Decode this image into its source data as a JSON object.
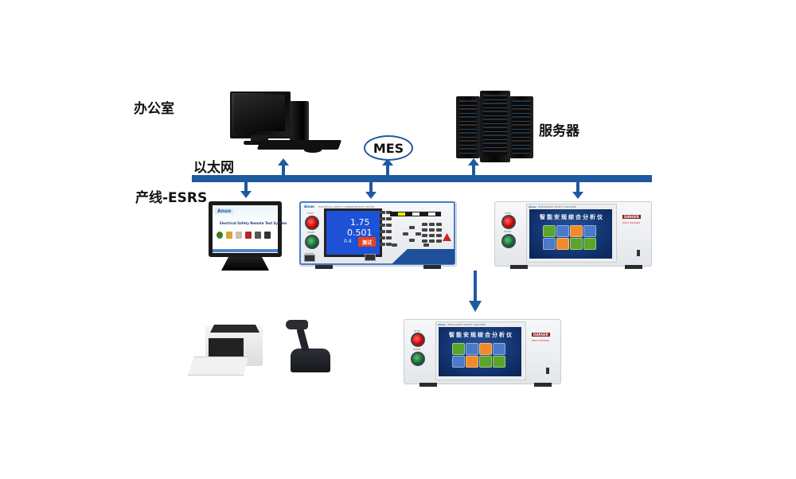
{
  "labels": {
    "office": "办公室",
    "ethernet": "以太网",
    "production_line": "产线-ESRS",
    "server": "服务器",
    "mes": "MES"
  },
  "nodes": {
    "office_pc": {
      "name": "Desktop computer"
    },
    "mes": {
      "name": "MES"
    },
    "server": {
      "name": "Server rack"
    },
    "touch_monitor": {
      "logo": "Anuo",
      "title": "Electrical Safety Remote Test System",
      "icon_colors": [
        "#3a7d1f",
        "#d7a43a",
        "#c9c0a8",
        "#b02a2a",
        "#555555",
        "#333333"
      ]
    },
    "comprehensive_tester": {
      "brand": "Ainuo",
      "model_label": "ELECTRICAL SAFETY COMPREHENSIVE TESTER",
      "stop_label": "STOP",
      "start_label": "START",
      "power_label": "POWER",
      "readings": [
        "1.75",
        "0.501",
        "0.4"
      ],
      "test_label": "测试",
      "indicators": [
        "TEST",
        "PASS",
        "FAIL"
      ]
    },
    "safety_analyzer_top": {
      "brand": "Ainuo",
      "model_label": "INTELLIGENT SAFETY ANALYZER",
      "screen_title": "智能安规综合分析仪",
      "stop_label": "STOP",
      "start_label": "START",
      "danger_label": "DANGER",
      "warning_label": "HIGH VOLTAGE"
    },
    "safety_analyzer_bottom": {
      "brand": "Ainuo",
      "model_label": "INTELLIGENT SAFETY ANALYZER",
      "screen_title": "智能安规综合分析仪",
      "stop_label": "STOP",
      "start_label": "START",
      "danger_label": "DANGER",
      "warning_label": "HIGH VOLTAGE"
    },
    "printer": {
      "name": "Printer"
    },
    "barcode_scanner": {
      "name": "Barcode scanner"
    }
  },
  "colors": {
    "bus": "#1e5aa0",
    "tile_colors": [
      "#5aa52a",
      "#4a7ac8",
      "#f08a2a",
      "#4a7ac8",
      "#4a7ac8",
      "#f08a2a",
      "#5aa52a",
      "#5aa52a"
    ]
  },
  "edges": [
    {
      "from": "ethernet",
      "to": "office_pc",
      "direction": "up"
    },
    {
      "from": "ethernet",
      "to": "mes",
      "direction": "up"
    },
    {
      "from": "ethernet",
      "to": "server",
      "direction": "up"
    },
    {
      "from": "ethernet",
      "to": "touch_monitor",
      "direction": "down"
    },
    {
      "from": "ethernet",
      "to": "comprehensive_tester",
      "direction": "down"
    },
    {
      "from": "ethernet",
      "to": "safety_analyzer_top",
      "direction": "down"
    },
    {
      "from": "comprehensive_tester",
      "to": "safety_analyzer_bottom",
      "direction": "down"
    }
  ]
}
